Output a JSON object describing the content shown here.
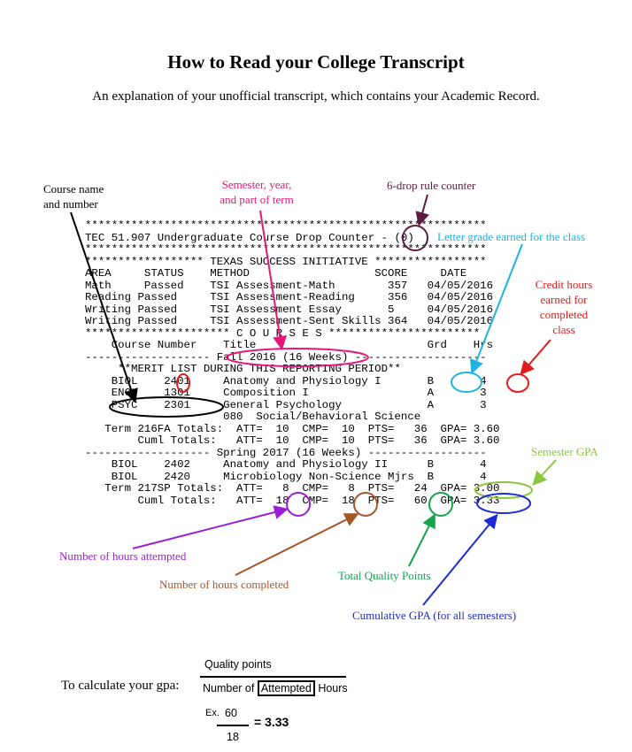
{
  "header": {
    "title": "How to Read your College Transcript",
    "subtitle": "An explanation of your unofficial transcript, which contains your Academic Record."
  },
  "annotations": {
    "course_name_line1": "Course name",
    "course_name_line2": "and number",
    "semester_line1": "Semester, year,",
    "semester_line2": "and part of term",
    "drop_counter": "6-drop rule counter",
    "letter_grade": "Letter grade earned for the class",
    "credit_line1": "Credit hours",
    "credit_line2": "earned for",
    "credit_line3": "completed",
    "credit_line4": "class",
    "semester_gpa": "Semester GPA",
    "hours_attempted": "Number of hours attempted",
    "hours_completed": "Number of hours completed",
    "quality_points": "Total Quality Points",
    "cumulative_gpa": "Cumulative GPA (for all semesters)"
  },
  "annotation_colors": {
    "course_name": "#000000",
    "semester": "#e6177a",
    "drop_counter": "#5b1a3f",
    "letter_grade": "#1fb3e0",
    "credit_hours": "#e21b1b",
    "semester_gpa": "#8cc63f",
    "hours_attempted": "#9b1fd6",
    "hours_completed": "#a6572a",
    "quality_points": "#16a34a",
    "cumulative_gpa": "#1d2bd6"
  },
  "transcript": {
    "lines": [
      "*************************************************************",
      "TEC 51.907 Undergraduate Course Drop Counter - (0)",
      "*************************************************************",
      "****************** TEXAS SUCCESS INITIATIVE *****************",
      "AREA     STATUS    METHOD                   SCORE     DATE",
      "Math     Passed    TSI Assessment-Math        357   04/05/2016",
      "Reading Passed     TSI Assessment-Reading     356   04/05/2016",
      "Writing Passed     TSI Assessment Essay       5     04/05/2016",
      "Writing Passed     TSI Assessment-Sent Skills 364   04/05/2016",
      "********************** C O U R S E S ***********************",
      "    Course Number    Title                          Grd    Hrs",
      "------------------- Fall 2016 (16 Weeks) --------------------",
      "     **MERIT LIST DURING THIS REPORTING PERIOD**",
      "    BIOL    2401     Anatomy and Physiology I       B       4",
      "    ENGL    1301     Composition I                  A       3",
      "    PSYC    2301     General Psychology             A       3",
      "                     080  Social/Behavioral Science",
      "   Term 216FA Totals:  ATT=  10  CMP=  10  PTS=   36  GPA= 3.60",
      "        Cuml Totals:   ATT=  10  CMP=  10  PTS=   36  GPA= 3.60",
      "------------------- Spring 2017 (16 Weeks) ------------------",
      "    BIOL    2402     Anatomy and Physiology II      B       4",
      "    BIOL    2420     Microbiology Non-Science Mjrs  B       4",
      "   Term 217SP Totals:  ATT=   8  CMP=   8  PTS=   24  GPA= 3.00",
      "        Cuml Totals:   ATT=  18  CMP=  18  PTS=   60  GPA= 3.33"
    ]
  },
  "calculation": {
    "prompt": "To calculate your gpa:",
    "numerator": "Quality points",
    "denominator_prefix": "Number of",
    "denominator_boxed": "Attempted",
    "denominator_suffix": "Hours",
    "example_label": "Ex.",
    "example_numerator": "60",
    "example_denominator": "18",
    "example_result": "= 3.33"
  }
}
